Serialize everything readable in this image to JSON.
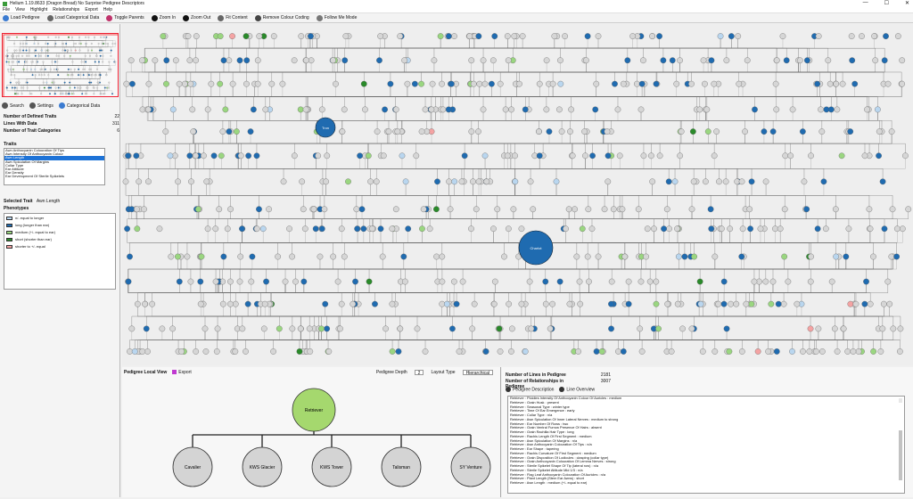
{
  "window": {
    "title": "Helium 1.19.8633 (Dragon Bread) No Surprise Pedigree Descriptors",
    "controls": [
      "—",
      "☐",
      "✕"
    ]
  },
  "menu": [
    "File",
    "View",
    "Highlight",
    "Relationships",
    "Export",
    "Help"
  ],
  "toolbar": [
    {
      "name": "load-pedigree-button",
      "label": "Load Pedigree",
      "icon": "folder-icon",
      "color": "#3b7bd1"
    },
    {
      "name": "load-categorical-data-button",
      "label": "Load Categorical Data",
      "icon": "table-icon",
      "color": "#666666"
    },
    {
      "name": "toggle-parents-button",
      "label": "Toggle Parents",
      "icon": "parents-icon",
      "color": "#c0336b"
    },
    {
      "name": "zoom-in-button",
      "label": "Zoom In",
      "icon": "plus-icon",
      "color": "#111111"
    },
    {
      "name": "zoom-out-button",
      "label": "Zoom Out",
      "icon": "minus-icon",
      "color": "#111111"
    },
    {
      "name": "fit-content-button",
      "label": "Fit Content",
      "icon": "fit-icon",
      "color": "#666666"
    },
    {
      "name": "remove-colour-coding-button",
      "label": "Remove Colour Coding",
      "icon": "palette-icon",
      "color": "#444444"
    },
    {
      "name": "follow-me-mode-button",
      "label": "Follow Me Mode",
      "icon": "follow-icon",
      "color": "#777777"
    }
  ],
  "left": {
    "tabs": [
      {
        "label": "Search",
        "icon": "search-icon"
      },
      {
        "label": "Settings",
        "icon": "gear-icon"
      },
      {
        "label": "Categorical Data",
        "icon": "data-icon"
      }
    ],
    "stats": [
      {
        "label": "Number of Defined Traits",
        "value": "22"
      },
      {
        "label": "Lines With Data",
        "value": "311"
      },
      {
        "label": "Number of Trait Categories",
        "value": "6"
      }
    ],
    "traits_title": "Traits",
    "traits": [
      "Awn Anthocyanin Colouration Of Tips",
      "Awn Intensity Of Anthocyanin Colour",
      "Awn Length",
      "Awn Spiculation Of Margins",
      "Collar Type",
      "Ear Attitude",
      "Ear Density",
      "Ear Development Of Sterile Spikelets"
    ],
    "selected_trait_index": 2,
    "selected_trait_label": "Selected Trait",
    "selected_trait_value": "Awn Length",
    "phenotypes_title": "Phenotypes",
    "phenotypes": [
      {
        "label": "n/- equal to longer",
        "color": "#b9d6ef"
      },
      {
        "label": "long (longer than ear)",
        "color": "#1f6bb0"
      },
      {
        "label": "medium (+/- equal to ear)",
        "color": "#9ad680"
      },
      {
        "label": "short (shorter than ear)",
        "color": "#2a8a2a"
      },
      {
        "label": "shorter to +/- equal",
        "color": "#f4a3a3"
      }
    ]
  },
  "bottom_left": {
    "title": "Pedigree Local View",
    "export_label": "Export",
    "depth_label": "Pedigree Depth",
    "depth_value": "2",
    "layout_label": "Layout Type",
    "layout_value": "Hierarchical",
    "center": {
      "name": "Retriever",
      "color": "#a5d86e"
    },
    "parents": [
      "Cavalier",
      "KWS Glacier",
      "KWS Tower",
      "Talisman",
      "SY Venture"
    ]
  },
  "bottom_right": {
    "stats": [
      {
        "label": "Number of Lines in Pedigree",
        "value": "2181"
      },
      {
        "label": "Number of Relationships in Pedigree",
        "value": "3007"
      }
    ],
    "tabs": [
      {
        "label": "Pedigree Description",
        "icon": "description-icon"
      },
      {
        "label": "Line Overview",
        "icon": "overview-icon"
      }
    ],
    "description": [
      "Retriever : Ploidies Intensity Of Anthocyanin Colour Of Auricles : medium",
      "Retriever : Grain Husk : present",
      "Retriever : Seasonal Type : winter type",
      "Retriever : Time Of Ear Emergence : early",
      "Retriever : Collar Type : n/a",
      "Retriever : Awn Spiculation Of Inner Lateral Nerves : medium to strong",
      "Retriever : Ear Number Of Rows : two",
      "Retriever : Grain Ventral Furrow Presence Of Hairs : absent",
      "Retriever : Grain Rachilla Hair Type : long",
      "Retriever : Rachis Length Of First Segment : medium",
      "Retriever : Awn Spiculation Of Margins : n/a",
      "Retriever : Awn Anthocyanin Colouration Of Tips : n/a",
      "Retriever : Ear Shape : tapering",
      "Retriever : Rachis Curvature Of First Segment : medium",
      "Retriever : Grain Disposition Of Lodicules : clasping (collar type)",
      "Retriever : Grain Anthocyanin Colouration Of Lemma Nerves : strong",
      "Retriever : Sterile Spikelet Shape Of Tip (lateral row) : n/a",
      "Retriever : Sterile Spikelet Attitude Mid 1/3 : n/a",
      "Retriever : Flag Leaf Anthocyanin Colouration Of Auricles : n/a",
      "Retriever : Plant Length (Stem Ear Awns) : short",
      "Retriever : Awn Length : medium (+/- equal to ear)"
    ]
  },
  "graph": {
    "big_nodes": [
      "Tron",
      "Charlot"
    ]
  }
}
